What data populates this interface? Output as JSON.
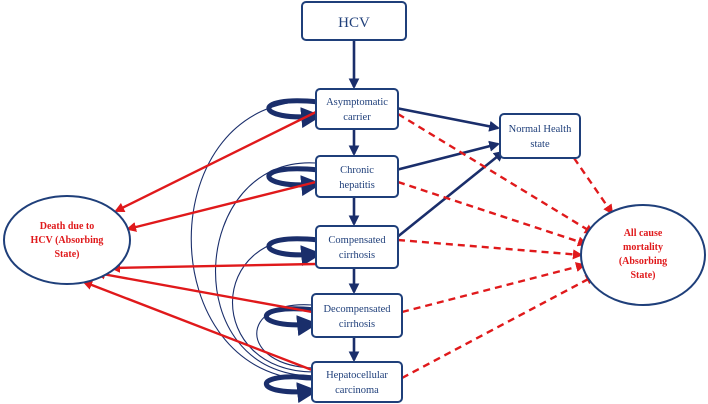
{
  "nodes": {
    "hcv": {
      "lines": [
        "HCV"
      ]
    },
    "asymptomatic": {
      "lines": [
        "Asymptomatic",
        "carrier"
      ]
    },
    "chronic": {
      "lines": [
        "Chronic",
        "hepatitis"
      ]
    },
    "compensated": {
      "lines": [
        "Compensated",
        "cirrhosis"
      ]
    },
    "decompensated": {
      "lines": [
        "Decompensated",
        "cirrhosis"
      ]
    },
    "hcc": {
      "lines": [
        "Hepatocellular",
        "carcinoma"
      ]
    },
    "normal": {
      "lines": [
        "Normal Health",
        "state"
      ]
    },
    "death_hcv": {
      "lines": [
        "Death due to",
        "HCV (Absorbing",
        "State)"
      ]
    },
    "all_cause": {
      "lines": [
        "All cause",
        "mortality",
        "(Absorbing",
        "State)"
      ]
    }
  },
  "colors": {
    "box_border": "#1f3f7a",
    "progression_arrow": "#1a2e6b",
    "death_arrow": "#e0191b",
    "absorbing_text": "#e0191b"
  }
}
